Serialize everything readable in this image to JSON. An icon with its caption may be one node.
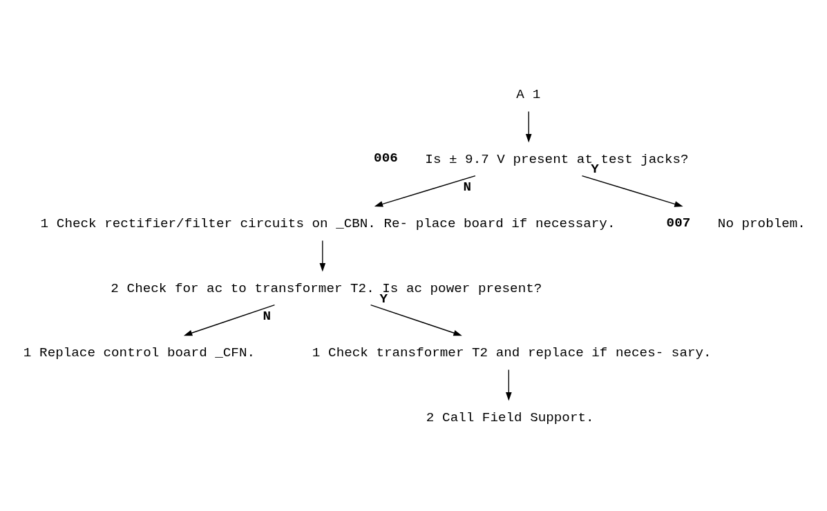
{
  "diagram": {
    "nodes": [
      {
        "text": [
          "A",
          "1"
        ]
      },
      {
        "text": [
          "Is ± 9.7 V present at test jacks?"
        ],
        "beside": [
          "006"
        ]
      },
      {
        "text": [
          "1",
          "Check rectifier/filter circuits on _CBN. Re- place board if necessary."
        ]
      },
      {
        "text": [
          "2",
          "Check for ac to transformer T2. Is ac power present?"
        ]
      },
      {
        "text": [
          "1",
          "Replace control board _CFN."
        ]
      },
      {
        "text": [
          "1",
          "Check transformer T2 and replace if neces- sary."
        ]
      },
      {
        "text": [
          "2",
          "Call Field Support."
        ]
      },
      {
        "text": [
          "No problem."
        ],
        "beside": [
          "007"
        ]
      }
    ],
    "edges": [
      {
        "from": 0,
        "to": 1,
        "arrow": "to"
      },
      {
        "from": 1,
        "to": 7,
        "arrow": "to",
        "label": "Y"
      },
      {
        "from": 1,
        "to": 2,
        "arrow": "to",
        "label": "N"
      },
      {
        "from": 2,
        "to": 3,
        "arrow": "to"
      },
      {
        "from": 3,
        "to": 5,
        "arrow": "to",
        "label": "Y"
      },
      {
        "from": 3,
        "to": 4,
        "arrow": "to",
        "label": "N"
      },
      {
        "from": 5,
        "to": 6,
        "arrow": "to"
      }
    ]
  }
}
